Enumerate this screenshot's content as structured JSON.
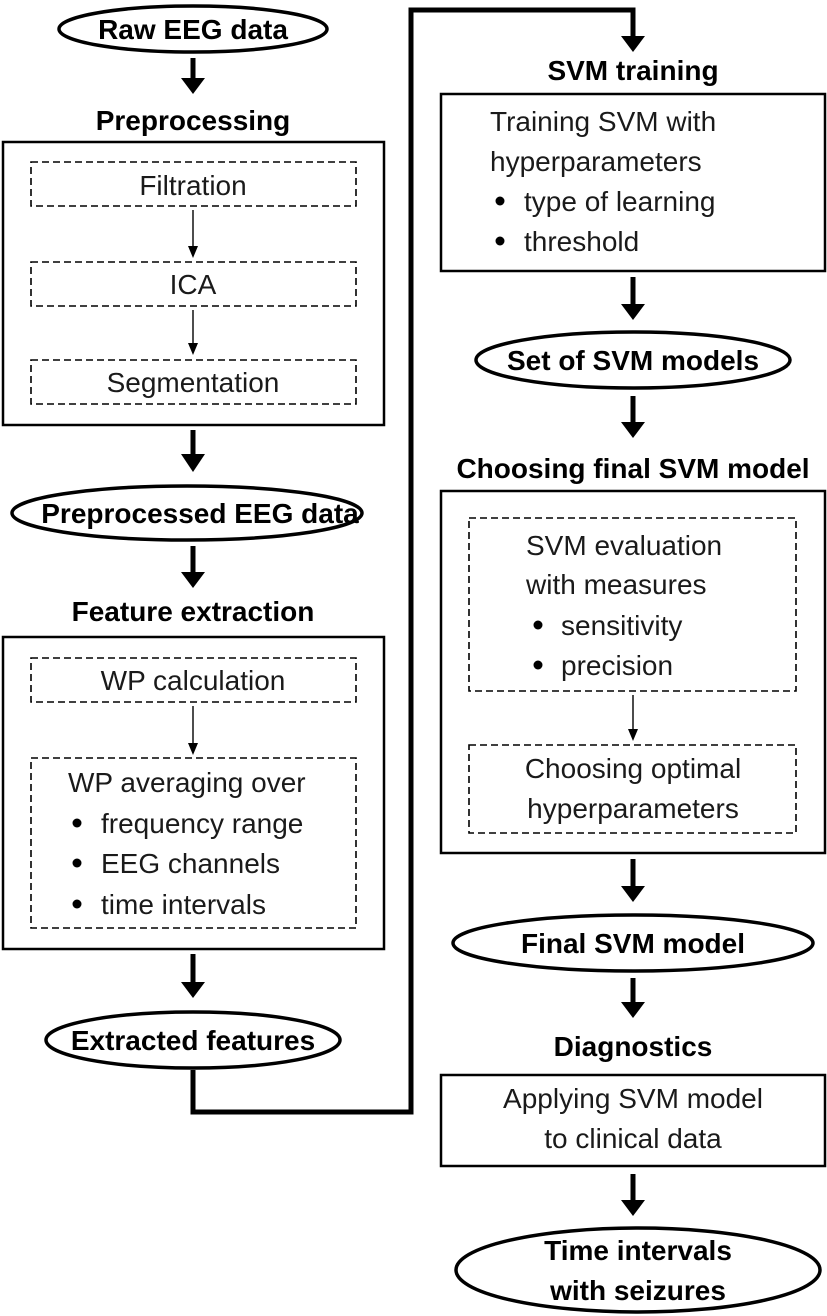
{
  "flowchart": {
    "start_node": "Raw EEG data",
    "preprocessing": {
      "heading": "Preprocessing",
      "steps": [
        "Filtration",
        "ICA",
        "Segmentation"
      ],
      "output": "Preprocessed EEG data"
    },
    "feature_extraction": {
      "heading": "Feature extraction",
      "wp_calculation": "WP calculation",
      "wp_averaging": {
        "title": "WP averaging over",
        "items": [
          "frequency range",
          "EEG channels",
          "time intervals"
        ]
      },
      "output": "Extracted features"
    },
    "svm_training": {
      "heading": "SVM training",
      "description_lines": [
        "Training SVM with",
        "hyperparameters"
      ],
      "items": [
        "type of learning",
        "threshold"
      ],
      "output": "Set of SVM models"
    },
    "choosing_final_model": {
      "heading": "Choosing final SVM model",
      "evaluation": {
        "lines": [
          "SVM evaluation",
          "with measures"
        ],
        "items": [
          "sensitivity",
          "precision"
        ]
      },
      "optimal_lines": [
        "Choosing optimal",
        "hyperparameters"
      ],
      "output": "Final SVM model"
    },
    "diagnostics": {
      "heading": "Diagnostics",
      "lines": [
        "Applying SVM model",
        "to clinical data"
      ],
      "output_lines": [
        "Time intervals",
        "with seizures"
      ]
    }
  }
}
